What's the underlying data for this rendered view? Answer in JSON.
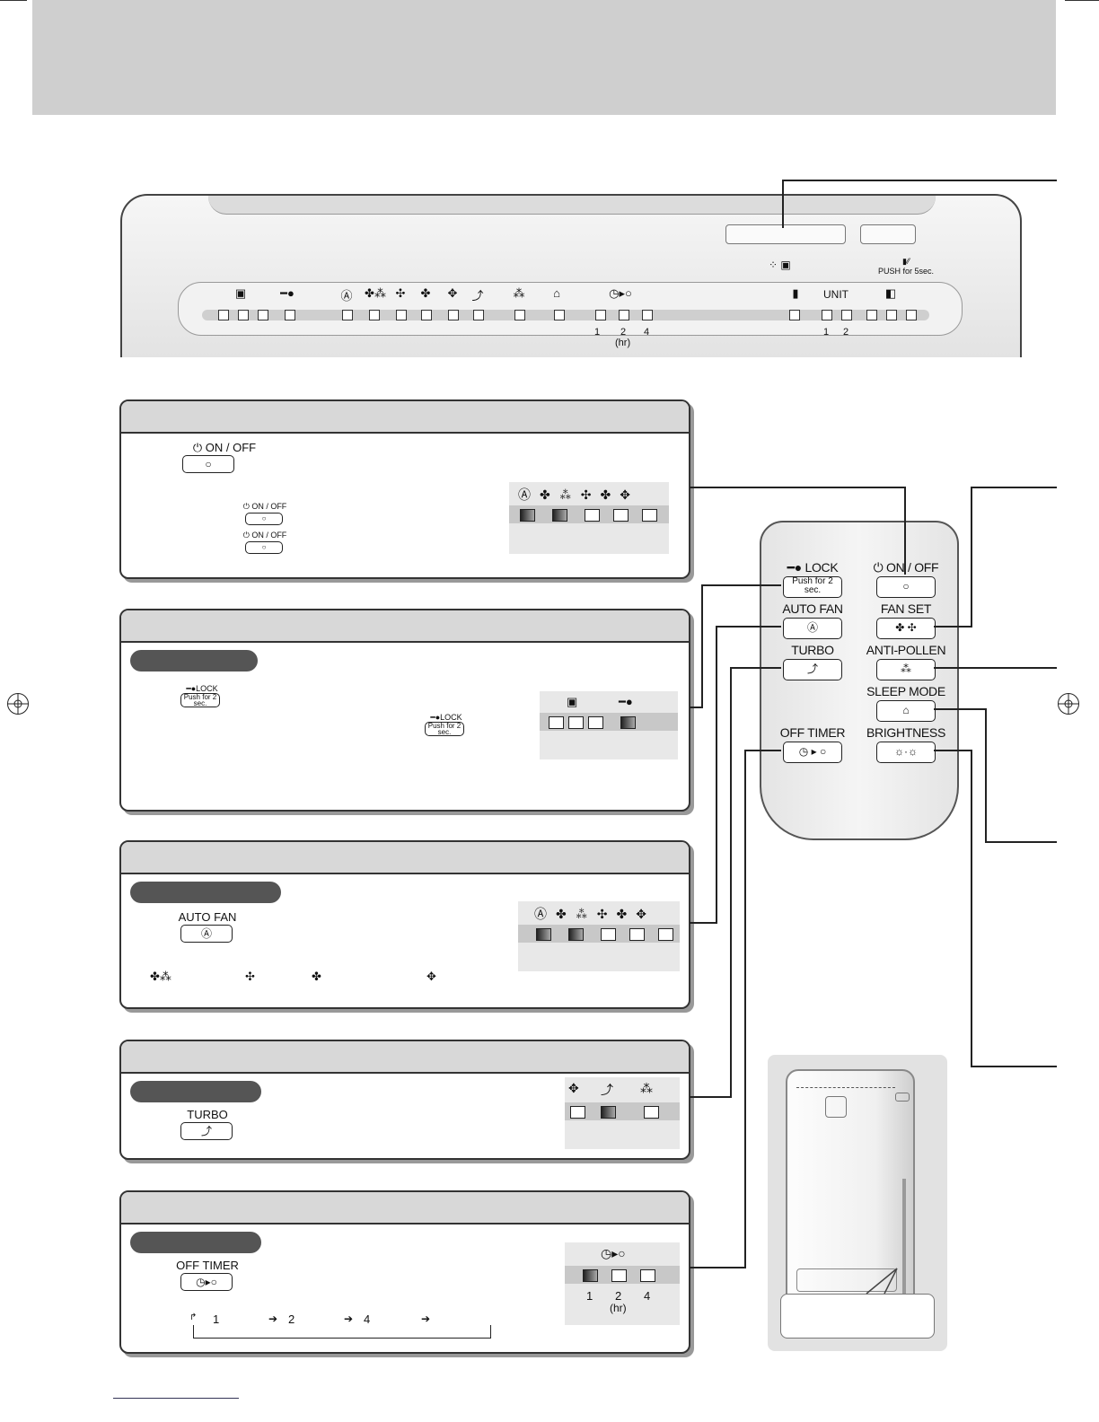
{
  "device": {
    "panel_labels": {
      "unit": "UNIT",
      "push_for_5sec": "PUSH for 5sec."
    },
    "icons": [
      "dust-sensor-icon",
      "key-lock-icon",
      "auto-fan-icon",
      "fan-forest-icon",
      "fan-low-icon",
      "fan-med-icon",
      "fan-high-icon",
      "turbo-icon",
      "anti-pollen-icon",
      "sleep-mode-icon",
      "off-timer-icon",
      "filter-icon",
      "unit-icon",
      "humidity-icon"
    ],
    "timer_numbers": [
      "1",
      "2",
      "4"
    ],
    "timer_unit": "(hr)",
    "unit_numbers": [
      "1",
      "2"
    ]
  },
  "panels": {
    "on_off": {
      "button_label": "ON / OFF",
      "small_label_1": "ON / OFF",
      "small_label_2": "ON / OFF"
    },
    "lock": {
      "button_label": "LOCK",
      "button_text": "Push for 2 sec.",
      "button_label_2": "LOCK",
      "button_text_2": "Push for 2 sec."
    },
    "auto_fan": {
      "button_label": "AUTO FAN"
    },
    "turbo": {
      "button_label": "TURBO"
    },
    "off_timer": {
      "button_label": "OFF TIMER",
      "sequence": [
        "1",
        "2",
        "4"
      ],
      "indicator_numbers": [
        "1",
        "2",
        "4"
      ],
      "indicator_unit": "(hr)"
    }
  },
  "remote": {
    "lock_label": "LOCK",
    "lock_button": "Push for 2 sec.",
    "on_off_label": "ON / OFF",
    "auto_fan_label": "AUTO FAN",
    "fan_set_label": "FAN SET",
    "turbo_label": "TURBO",
    "anti_pollen_label": "ANTI-POLLEN",
    "sleep_mode_label": "SLEEP MODE",
    "off_timer_label": "OFF TIMER",
    "brightness_label": "BRIGHTNESS"
  },
  "colors": {
    "header_band": "#cfcfcf",
    "panel_head": "#d8d8d8",
    "pill": "#555555"
  }
}
